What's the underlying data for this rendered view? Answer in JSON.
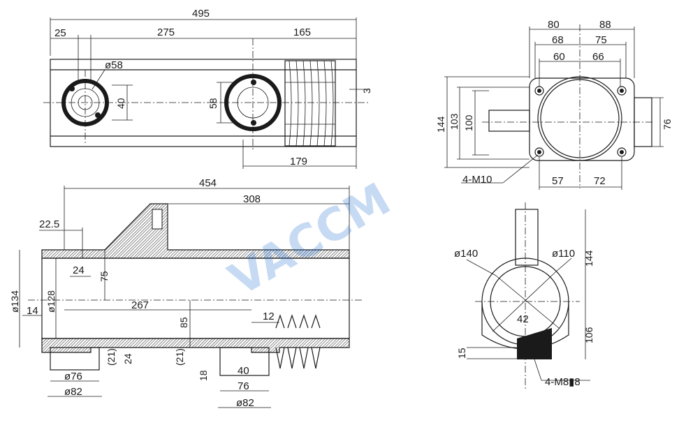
{
  "top_view": {
    "dims": {
      "overall": "495",
      "left": "25",
      "mid": "275",
      "right": "165",
      "small_flange_dia": "ø58",
      "small_flange_h": "40",
      "large_flange_h": "58",
      "offset": "3",
      "bellows_len": "179"
    }
  },
  "end_view": {
    "dims": {
      "w80": "80",
      "w88": "88",
      "w68": "68",
      "w75": "75",
      "w60": "60",
      "w66": "66",
      "h144": "144",
      "h103": "103",
      "h100": "100",
      "h76": "76",
      "b57": "57",
      "b72": "72",
      "thread": "4-M10"
    }
  },
  "section_view": {
    "dims": {
      "overall": "454",
      "d308": "308",
      "d22_5": "22.5",
      "d24": "24",
      "d75": "75",
      "dia134": "ø134",
      "dia128": "ø128",
      "d14": "14",
      "d267": "267",
      "d85": "85",
      "d12": "12",
      "d21a": "(21)",
      "d24b": "24",
      "d21b": "(21)",
      "d18": "18",
      "d40": "40",
      "d76": "76",
      "dia76": "ø76",
      "dia82a": "ø82",
      "dia82b": "ø82"
    }
  },
  "side_view": {
    "dims": {
      "dia140": "ø140",
      "dia110": "ø110",
      "h144": "144",
      "d42": "42",
      "h106": "106",
      "d15": "15",
      "thread": "4-M8▮8"
    }
  },
  "watermark": {
    "text": "VACCM",
    "color": "#1f6fd1"
  }
}
